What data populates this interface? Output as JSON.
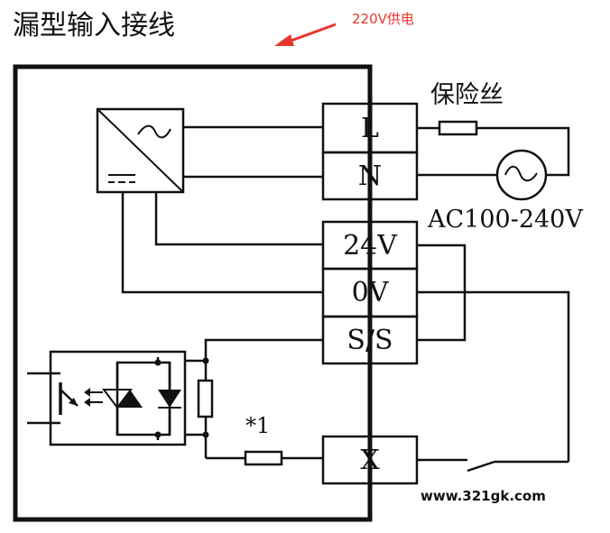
{
  "title": "漏型输入接线",
  "annotation": "220V供电",
  "terminals": [
    "L",
    "N",
    "24V",
    "0V",
    "S/S",
    "X"
  ],
  "fuse_label": "保险丝",
  "ac_label": "AC100-240V",
  "resistor_note": "*1",
  "watermark": "www.321gk.com",
  "colors": {
    "line": "#111111",
    "annotation": "#e8342c",
    "background": "#ffffff"
  }
}
